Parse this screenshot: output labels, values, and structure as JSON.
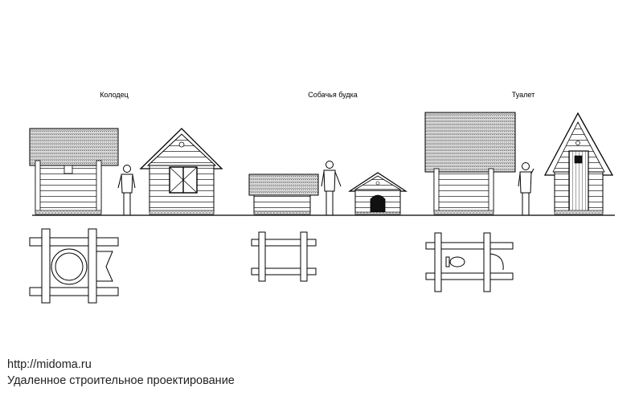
{
  "captions": {
    "well": "Колодец",
    "dog_house": "Собачья будка",
    "toilet": "Туалет"
  },
  "footer": {
    "url": "http://midoma.ru",
    "tagline": "Удаленное строительное проектирование"
  }
}
